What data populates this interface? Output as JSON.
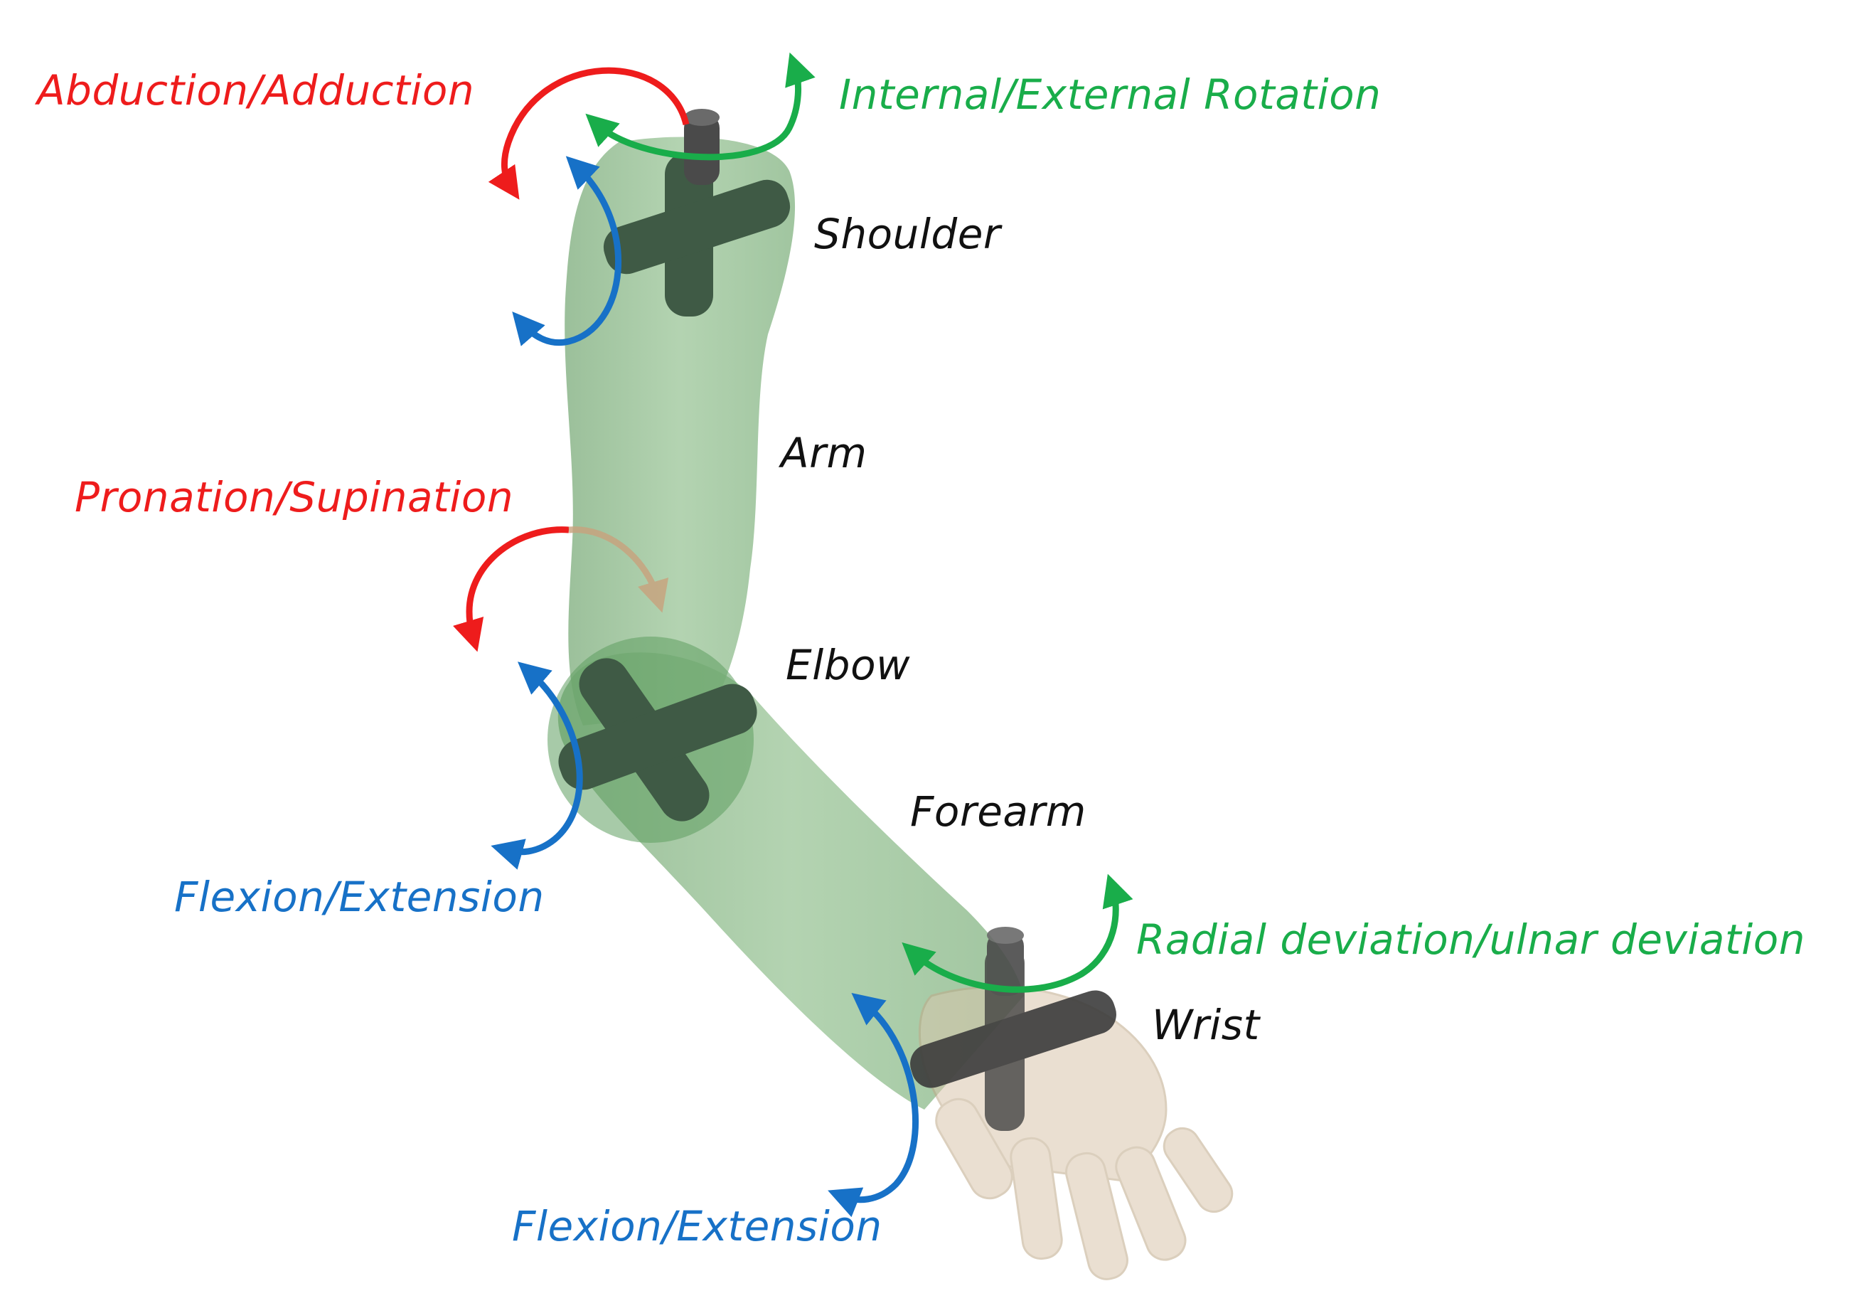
{
  "colors": {
    "red": "#ee1c1c",
    "green": "#19ad4a",
    "blue": "#1771c7",
    "limb": "#8cbd8a",
    "joint": "#3f5a45",
    "hand": "#d9c6ad"
  },
  "joints": {
    "shoulder": "Shoulder",
    "elbow": "Elbow",
    "wrist": "Wrist"
  },
  "segments": {
    "arm": "Arm",
    "forearm": "Forearm"
  },
  "motions": {
    "shoulder_abduction": "Abduction/Adduction",
    "shoulder_rotation": "Internal/External Rotation",
    "elbow_pronation": "Pronation/Supination",
    "elbow_flexion": "Flexion/Extension",
    "wrist_deviation": "Radial deviation/ulnar deviation",
    "wrist_flexion": "Flexion/Extension"
  }
}
